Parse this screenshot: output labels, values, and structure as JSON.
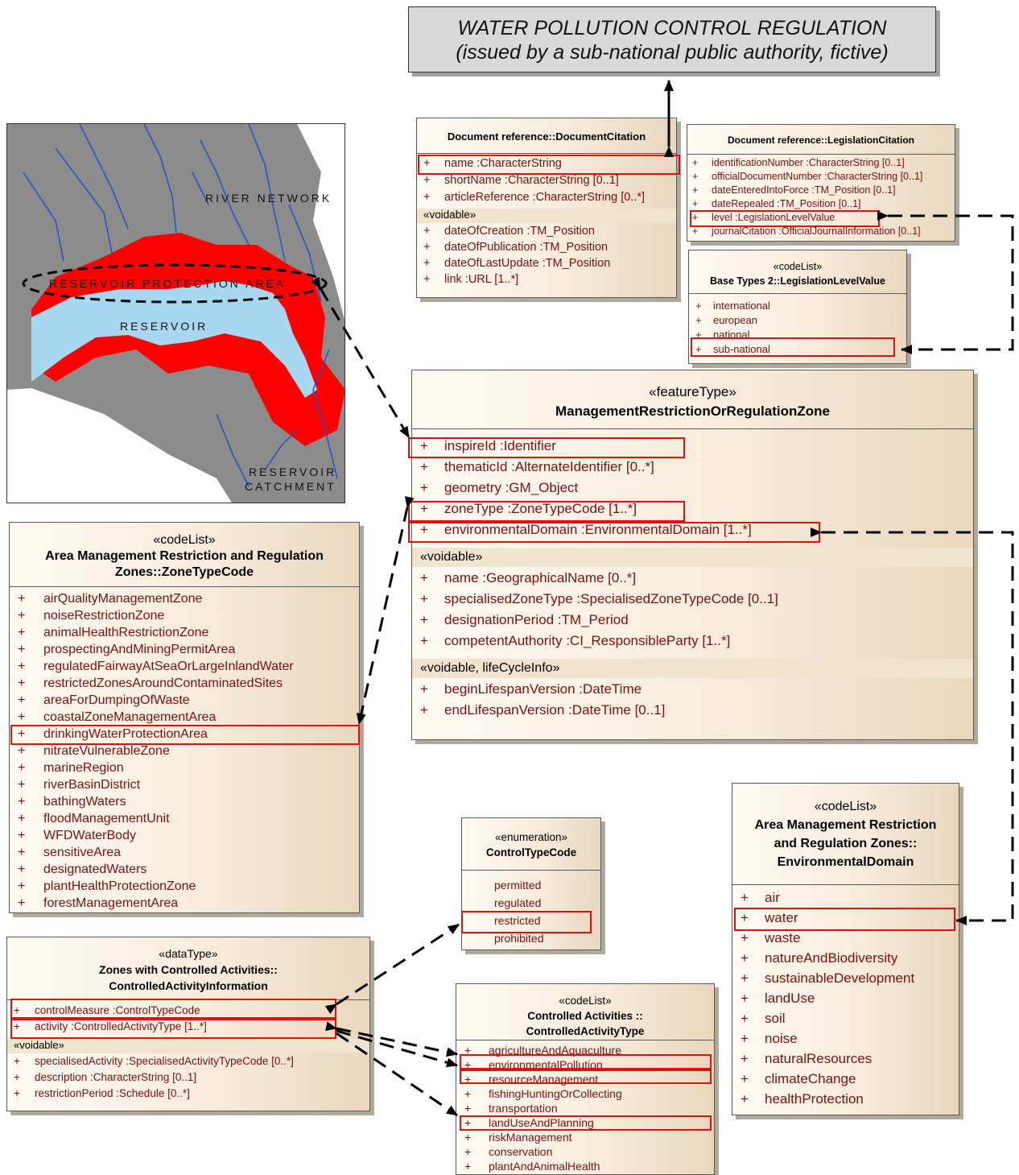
{
  "title": {
    "line1": "WATER POLLUTION CONTROL REGULATION",
    "line2": "(issued by a sub-national public authority, fictive)"
  },
  "map": {
    "labels": {
      "river_network": "RIVER NETWORK",
      "protection_area": "RESERVOIR PROTECTION AREA",
      "reservoir": "RESERVOIR",
      "catchment_line1": "RESERVOIR",
      "catchment_line2": "CATCHMENT"
    },
    "colors": {
      "catchment": "#8c8c8c",
      "protection": "#ff0000",
      "water": "#a8d8ef",
      "rivers": "#2a50c8"
    }
  },
  "document_citation": {
    "name": "Document reference::DocumentCitation",
    "attributes": [
      {
        "sign": "+",
        "text": "name  :CharacterString"
      },
      {
        "sign": "+",
        "text": "shortName  :CharacterString [0..1]"
      },
      {
        "sign": "+",
        "text": "articleReference  :CharacterString [0..*]"
      }
    ],
    "section": "«voidable»",
    "voidable": [
      {
        "sign": "+",
        "text": "dateOfCreation  :TM_Position"
      },
      {
        "sign": "+",
        "text": "dateOfPublication  :TM_Position"
      },
      {
        "sign": "+",
        "text": "dateOfLastUpdate  :TM_Position"
      },
      {
        "sign": "+",
        "text": "link  :URL [1..*]"
      }
    ]
  },
  "legislation_citation": {
    "name": "Document reference::LegislationCitation",
    "attributes": [
      {
        "sign": "+",
        "text": "identificationNumber  :CharacterString [0..1]"
      },
      {
        "sign": "+",
        "text": "officialDocumentNumber  :CharacterString [0..1]"
      },
      {
        "sign": "+",
        "text": "dateEnteredIntoForce  :TM_Position [0..1]"
      },
      {
        "sign": "+",
        "text": "dateRepealed  :TM_Position [0..1]"
      },
      {
        "sign": "+",
        "text": "level  :LegislationLevelValue"
      },
      {
        "sign": "+",
        "text": "journalCitation  :OfficialJournalInformation [0..1]"
      }
    ]
  },
  "legislation_level_value": {
    "stereotype": "«codeList»",
    "name": "Base Types 2::LegislationLevelValue",
    "values": [
      {
        "sign": "+",
        "text": "international"
      },
      {
        "sign": "+",
        "text": "european"
      },
      {
        "sign": "+",
        "text": "national"
      },
      {
        "sign": "+",
        "text": "sub-national"
      }
    ]
  },
  "management_zone": {
    "stereotype": "«featureType»",
    "name": "ManagementRestrictionOrRegulationZone",
    "attributes": [
      {
        "sign": "+",
        "text": "inspireId  :Identifier"
      },
      {
        "sign": "+",
        "text": "thematicId  :AlternateIdentifier [0..*]"
      },
      {
        "sign": "+",
        "text": "geometry  :GM_Object"
      },
      {
        "sign": "+",
        "text": "zoneType  :ZoneTypeCode [1..*]"
      },
      {
        "sign": "+",
        "text": "environmentalDomain  :EnvironmentalDomain [1..*]"
      }
    ],
    "section1": "«voidable»",
    "voidable": [
      {
        "sign": "+",
        "text": "name  :GeographicalName [0..*]"
      },
      {
        "sign": "+",
        "text": "specialisedZoneType  :SpecialisedZoneTypeCode [0..1]"
      },
      {
        "sign": "+",
        "text": "designationPeriod  :TM_Period"
      },
      {
        "sign": "+",
        "text": "competentAuthority  :CI_ResponsibleParty [1..*]"
      }
    ],
    "section2": "«voidable, lifeCycleInfo»",
    "lifecycle": [
      {
        "sign": "+",
        "text": "beginLifespanVersion  :DateTime"
      },
      {
        "sign": "+",
        "text": "endLifespanVersion  :DateTime [0..1]"
      }
    ]
  },
  "zone_type_code": {
    "stereotype": "«codeList»",
    "name_line1": "Area Management Restriction and Regulation",
    "name_line2": "Zones::ZoneTypeCode",
    "values": [
      {
        "sign": "+",
        "text": "airQualityManagementZone"
      },
      {
        "sign": "+",
        "text": "noiseRestrictionZone"
      },
      {
        "sign": "+",
        "text": "animalHealthRestrictionZone"
      },
      {
        "sign": "+",
        "text": "prospectingAndMiningPermitArea"
      },
      {
        "sign": "+",
        "text": "regulatedFairwayAtSeaOrLargeInlandWater"
      },
      {
        "sign": "+",
        "text": "restrictedZonesAroundContaminatedSites"
      },
      {
        "sign": "+",
        "text": "areaForDumpingOfWaste"
      },
      {
        "sign": "+",
        "text": "coastalZoneManagementArea"
      },
      {
        "sign": "+",
        "text": "drinkingWaterProtectionArea"
      },
      {
        "sign": "+",
        "text": "nitrateVulnerableZone"
      },
      {
        "sign": "+",
        "text": "marineRegion"
      },
      {
        "sign": "+",
        "text": "riverBasinDistrict"
      },
      {
        "sign": "+",
        "text": "bathingWaters"
      },
      {
        "sign": "+",
        "text": "floodManagementUnit"
      },
      {
        "sign": "+",
        "text": "WFDWaterBody"
      },
      {
        "sign": "+",
        "text": "sensitiveArea"
      },
      {
        "sign": "+",
        "text": "designatedWaters"
      },
      {
        "sign": "+",
        "text": "plantHealthProtectionZone"
      },
      {
        "sign": "+",
        "text": "forestManagementArea"
      }
    ]
  },
  "control_type_code": {
    "stereotype": "«enumeration»",
    "name": "ControlTypeCode",
    "values": [
      "permitted",
      "regulated",
      "restricted",
      "prohibited"
    ]
  },
  "controlled_activity_info": {
    "stereotype": "«dataType»",
    "name_line1": "Zones with Controlled Activities::",
    "name_line2": "ControlledActivityInformation",
    "attributes": [
      {
        "sign": "+",
        "text": "controlMeasure  :ControlTypeCode"
      },
      {
        "sign": "+",
        "text": "activity  :ControlledActivityType [1..*]"
      }
    ],
    "section": "«voidable»",
    "voidable": [
      {
        "sign": "+",
        "text": "specialisedActivity  :SpecialisedActivityTypeCode [0..*]"
      },
      {
        "sign": "+",
        "text": "description  :CharacterString [0..1]"
      },
      {
        "sign": "+",
        "text": "restrictionPeriod  :Schedule [0..*]"
      }
    ]
  },
  "controlled_activity_type": {
    "stereotype": "«codeList»",
    "name_line1": "Controlled Activities ::",
    "name_line2": "ControlledActivityType",
    "values": [
      {
        "sign": "+",
        "text": "agricultureAndAquaculture"
      },
      {
        "sign": "+",
        "text": "environmentalPollution"
      },
      {
        "sign": "+",
        "text": "resourceManagement"
      },
      {
        "sign": "+",
        "text": "fishingHuntingOrCollecting"
      },
      {
        "sign": "+",
        "text": "transportation"
      },
      {
        "sign": "+",
        "text": "landUseAndPlanning"
      },
      {
        "sign": "+",
        "text": "riskManagement"
      },
      {
        "sign": "+",
        "text": "conservation"
      },
      {
        "sign": "+",
        "text": "plantAndAnimalHealth"
      }
    ]
  },
  "environmental_domain": {
    "stereotype": "«codeList»",
    "name_line1": "Area Management Restriction",
    "name_line2": "and Regulation Zones::",
    "name_line3": "EnvironmentalDomain",
    "values": [
      {
        "sign": "+",
        "text": "air"
      },
      {
        "sign": "+",
        "text": "water"
      },
      {
        "sign": "+",
        "text": "waste"
      },
      {
        "sign": "+",
        "text": "natureAndBiodiversity"
      },
      {
        "sign": "+",
        "text": "sustainableDevelopment"
      },
      {
        "sign": "+",
        "text": "landUse"
      },
      {
        "sign": "+",
        "text": "soil"
      },
      {
        "sign": "+",
        "text": "noise"
      },
      {
        "sign": "+",
        "text": "naturalResources"
      },
      {
        "sign": "+",
        "text": "climateChange"
      },
      {
        "sign": "+",
        "text": "healthProtection"
      }
    ]
  },
  "highlight_color": "#e01010",
  "attribute_color": "#7a1010"
}
